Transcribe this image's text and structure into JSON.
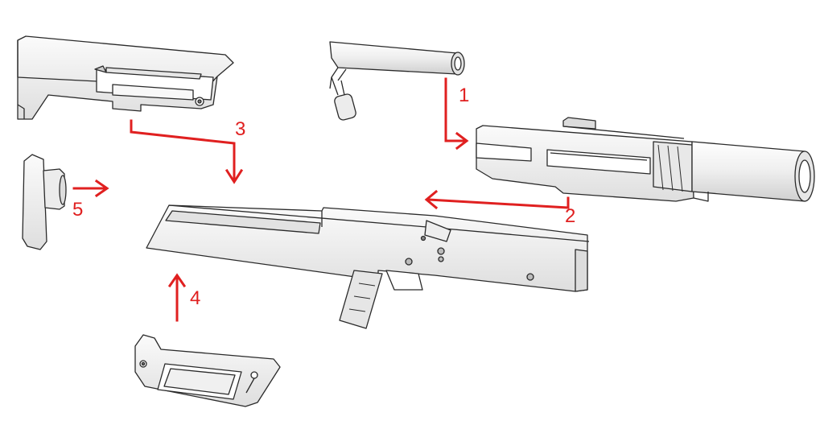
{
  "colors": {
    "arrow": "#e02020",
    "outline": "#2a2a2a",
    "part_fill": "#f4f4f4",
    "part_shade": "#d8d8d8",
    "background": "#ffffff"
  },
  "steps": [
    {
      "label": "1"
    },
    {
      "label": "2"
    },
    {
      "label": "3"
    },
    {
      "label": "4"
    },
    {
      "label": "5"
    }
  ]
}
